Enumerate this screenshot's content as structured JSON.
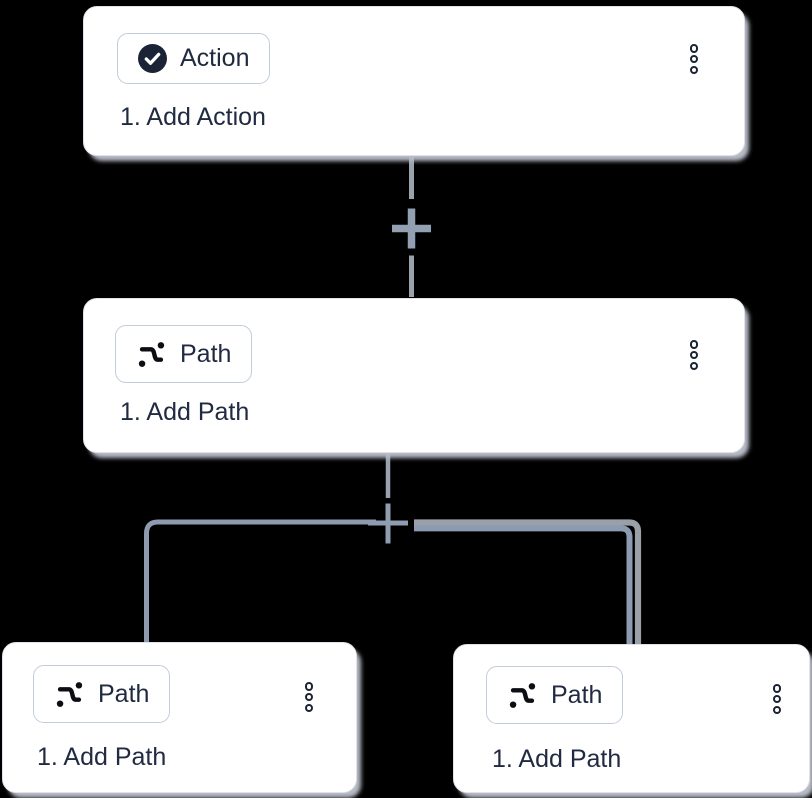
{
  "app": {
    "view": "workflow-builder-canvas"
  },
  "colors": {
    "canvas_background": "#000000",
    "card_background": "#ffffff",
    "card_shadow": "#b8bcc6",
    "badge_border": "#c3ccd9",
    "text_navy": "#202a41",
    "icon_navy": "#1b2436",
    "connector_gray": "#9aa2ad",
    "connector_blue_gray": "#8f9db0",
    "branch_right_gray": "#9aa0a8",
    "branch_right_blue": "#8c9ab2"
  },
  "nodes": [
    {
      "badge_label": "Action",
      "title": "1. Add Action",
      "badge_icon": "check-circle-icon",
      "menu_icon": "kebab-menu-icon"
    },
    {
      "badge_label": "Path",
      "title": "1. Add Path",
      "badge_icon": "path-split-icon",
      "menu_icon": "kebab-menu-icon"
    },
    {
      "badge_label": "Path",
      "title": "1. Add Path",
      "badge_icon": "path-split-icon",
      "menu_icon": "kebab-menu-icon"
    },
    {
      "badge_label": "Path",
      "title": "1. Add Path",
      "badge_icon": "path-split-icon",
      "menu_icon": "kebab-menu-icon"
    }
  ],
  "connectors": {
    "add_button_icon": "plus-icon",
    "add_button_count": 2
  }
}
